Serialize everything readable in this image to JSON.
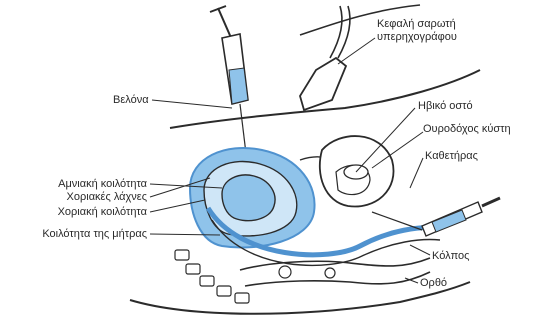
{
  "labels": {
    "belona": "Βελόνα",
    "head_line1": "Κεφαλή σαρωτή",
    "head_line2": "υπερηχογράφου",
    "ibiko": "Ηβικό οστό",
    "kysti": "Ουροδόχος κύστη",
    "kathetiras": "Καθετήρας",
    "amniaki": "Αμνιακή κοιλότητα",
    "xoriakes": "Χοριακές λάχνες",
    "xoriaki": "Χοριακή κοιλότητα",
    "mitras": "Κοιλότητα της μήτρας",
    "kolpos": "Κόλπος",
    "ortho": "Ορθό"
  },
  "colors": {
    "outline": "#2b2b2b",
    "fluid": "#8fc3ea",
    "fluid_light": "#cfe6f7",
    "fluid_dark": "#4f92cf"
  }
}
